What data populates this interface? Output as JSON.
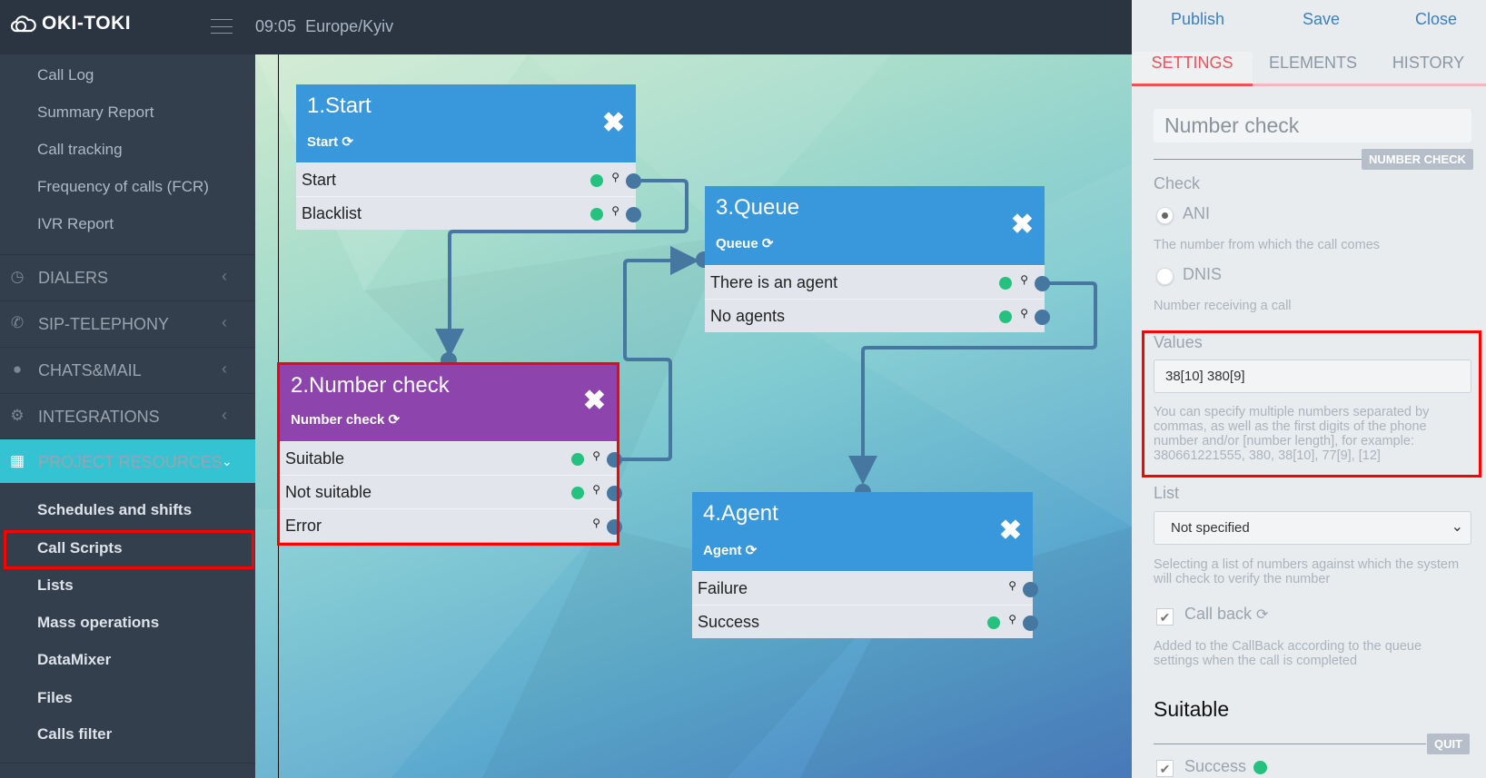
{
  "header": {
    "brand": "OKI-TOKI",
    "time": "09:05",
    "timezone": "Europe/Kyiv"
  },
  "sidebar": {
    "report_items": [
      "Call Log",
      "Summary Report",
      "Call tracking",
      "Frequency of calls (FCR)",
      "IVR Report"
    ],
    "sections": [
      {
        "label": "DIALERS",
        "icon": "clock-icon"
      },
      {
        "label": "SIP-TELEPHONY",
        "icon": "phone-icon"
      },
      {
        "label": "CHATS&MAIL",
        "icon": "chat-icon"
      },
      {
        "label": "INTEGRATIONS",
        "icon": "gears-icon"
      },
      {
        "label": "PROJECT RESOURCES",
        "icon": "grid-icon",
        "active": true
      }
    ],
    "resource_items": [
      "Schedules and shifts",
      "Call Scripts",
      "Lists",
      "Mass operations",
      "DataMixer",
      "Files",
      "Calls filter"
    ],
    "selected": "Call Scripts"
  },
  "canvas": {
    "nodes": [
      {
        "title": "1.Start",
        "type": "Start",
        "color": "#3898db",
        "rows": [
          "Start",
          "Blacklist"
        ]
      },
      {
        "title": "2.Number check",
        "type": "Number check",
        "color": "#8e44ad",
        "rows": [
          "Suitable",
          "Not suitable",
          "Error"
        ]
      },
      {
        "title": "3.Queue",
        "type": "Queue",
        "color": "#3898db",
        "rows": [
          "There is an agent",
          "No agents"
        ]
      },
      {
        "title": "4.Agent",
        "type": "Agent",
        "color": "#3898db",
        "rows": [
          "Failure",
          "Success"
        ]
      }
    ]
  },
  "panel": {
    "actions": {
      "publish": "Publish",
      "save": "Save",
      "close": "Close"
    },
    "tabs": [
      "SETTINGS",
      "ELEMENTS",
      "HISTORY"
    ],
    "active_tab": "SETTINGS",
    "name_value": "Number check",
    "type_badge": "NUMBER CHECK",
    "check_label": "Check",
    "ani_label": "ANI",
    "ani_help": "The number from which the call comes",
    "dnis_label": "DNIS",
    "dnis_help": "Number receiving a call",
    "values_label": "Values",
    "values_value": "38[10] 380[9]",
    "values_help": "You can specify multiple numbers separated by commas, as well as the first digits of the phone number and/or [number length], for example: 380661221555, 380, 38[10], 77[9], [12]",
    "list_label": "List",
    "list_value": "Not specified",
    "list_help": "Selecting a list of numbers against which the system will check to verify the number",
    "callback_label": "Call back",
    "callback_help": "Added to the CallBack according to the queue settings when the call is completed",
    "suitable_heading": "Suitable",
    "quit_badge": "QUIT",
    "success_label": "Success"
  },
  "colors": {
    "accent": "#33c3d3",
    "tab_active": "#f0505a",
    "node_blue": "#3898db",
    "node_purple": "#8e44ad",
    "ok": "#25c27f",
    "highlight": "#ff0000"
  }
}
